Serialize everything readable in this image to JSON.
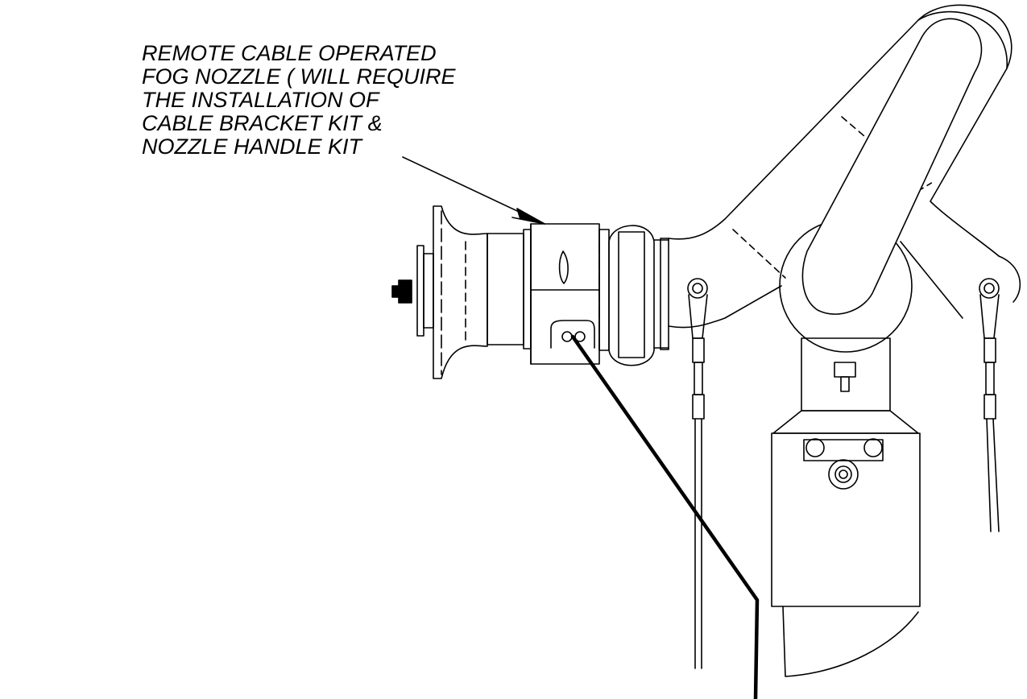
{
  "callout": {
    "lines": [
      "REMOTE CABLE OPERATED",
      "FOG NOZZLE ( WILL REQUIRE",
      "THE INSTALLATION OF",
      "CABLE BRACKET KIT &",
      "NOZZLE HANDLE KIT"
    ]
  },
  "colors": {
    "line": "#000000",
    "background": "#ffffff"
  }
}
